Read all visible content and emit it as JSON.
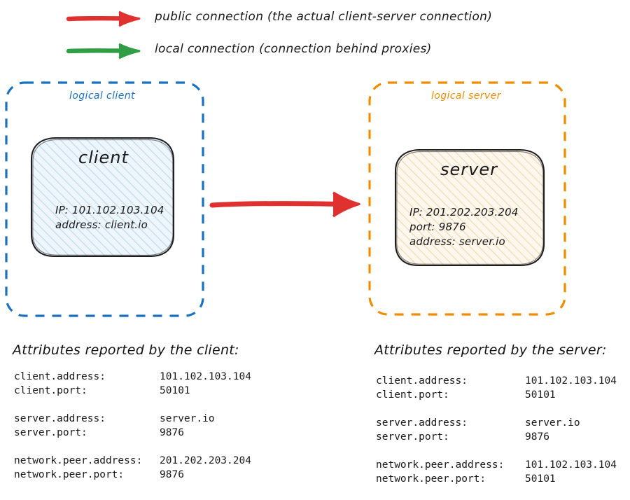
{
  "legend": {
    "items": [
      {
        "arrow_color": "#e03131",
        "label": "public connection (the actual client-server connection)",
        "icon": "arrow-right-icon"
      },
      {
        "arrow_color": "#2f9e44",
        "label": "local connection (connection behind proxies)",
        "icon": "arrow-right-icon"
      }
    ]
  },
  "diagram": {
    "client_group": {
      "label": "logical client",
      "border_color": "#1971c2",
      "node": {
        "title": "client",
        "lines": [
          "IP: 101.102.103.104",
          "address: client.io"
        ],
        "fill_color": "#eaf3fb",
        "hatch_color": "#b9d7ef",
        "stroke_color": "#1e1e1e"
      }
    },
    "server_group": {
      "label": "logical server",
      "border_color": "#f08c00",
      "node": {
        "title": "server",
        "lines": [
          "IP: 201.202.203.204",
          "port: 9876",
          "address: server.io"
        ],
        "fill_color": "#fdf5e9",
        "hatch_color": "#f0d5a8",
        "stroke_color": "#1e1e1e"
      }
    },
    "connection_arrow": {
      "color": "#e03131",
      "name": "public-connection-arrow"
    }
  },
  "tables": {
    "client": {
      "heading": "Attributes reported by the client:",
      "groups": [
        [
          {
            "key": "client.address:",
            "value": "101.102.103.104"
          },
          {
            "key": "client.port:",
            "value": "50101"
          }
        ],
        [
          {
            "key": "server.address:",
            "value": "server.io"
          },
          {
            "key": "server.port:",
            "value": "9876"
          }
        ],
        [
          {
            "key": "network.peer.address:",
            "value": "201.202.203.204"
          },
          {
            "key": "network.peer.port:",
            "value": "9876"
          }
        ]
      ]
    },
    "server": {
      "heading": "Attributes reported by the server:",
      "groups": [
        [
          {
            "key": "client.address:",
            "value": "101.102.103.104"
          },
          {
            "key": "client.port:",
            "value": "50101"
          }
        ],
        [
          {
            "key": "server.address:",
            "value": "server.io"
          },
          {
            "key": "server.port:",
            "value": "9876"
          }
        ],
        [
          {
            "key": "network.peer.address:",
            "value": "101.102.103.104"
          },
          {
            "key": "network.peer.port:",
            "value": "50101"
          }
        ]
      ]
    }
  }
}
